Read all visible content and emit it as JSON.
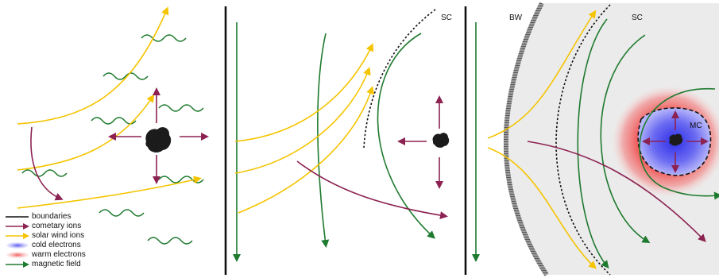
{
  "colors": {
    "boundary": "#111111",
    "cometary_ion": "#8b2252",
    "solar_wind": "#f5c400",
    "cold_electron": "#6a6af2",
    "warm_electron": "#f07070",
    "magnetic_field": "#1e7a2e",
    "nucleus": "#1b1b1b",
    "plasma_region": "#ebebeb"
  },
  "panels": [
    {
      "id": "panel-1",
      "labels": []
    },
    {
      "id": "panel-2",
      "labels": [
        "SC"
      ]
    },
    {
      "id": "panel-3",
      "labels": [
        "BW",
        "SC",
        "MC"
      ]
    }
  ],
  "legend": [
    {
      "label": "boundaries",
      "symbol": "line",
      "color_key": "boundary"
    },
    {
      "label": "cometary ions",
      "symbol": "arrow",
      "color_key": "cometary_ion"
    },
    {
      "label": "solar wind ions",
      "symbol": "arrow",
      "color_key": "solar_wind"
    },
    {
      "label": "cold electrons",
      "symbol": "blob",
      "color_key": "cold_electron"
    },
    {
      "label": "warm electrons",
      "symbol": "blob",
      "color_key": "warm_electron"
    },
    {
      "label": "magnetic field",
      "symbol": "arrow",
      "color_key": "magnetic_field"
    }
  ],
  "region_labels": {
    "p2_sc": "SC",
    "p3_bw": "BW",
    "p3_sc": "SC",
    "p3_mc": "MC"
  }
}
